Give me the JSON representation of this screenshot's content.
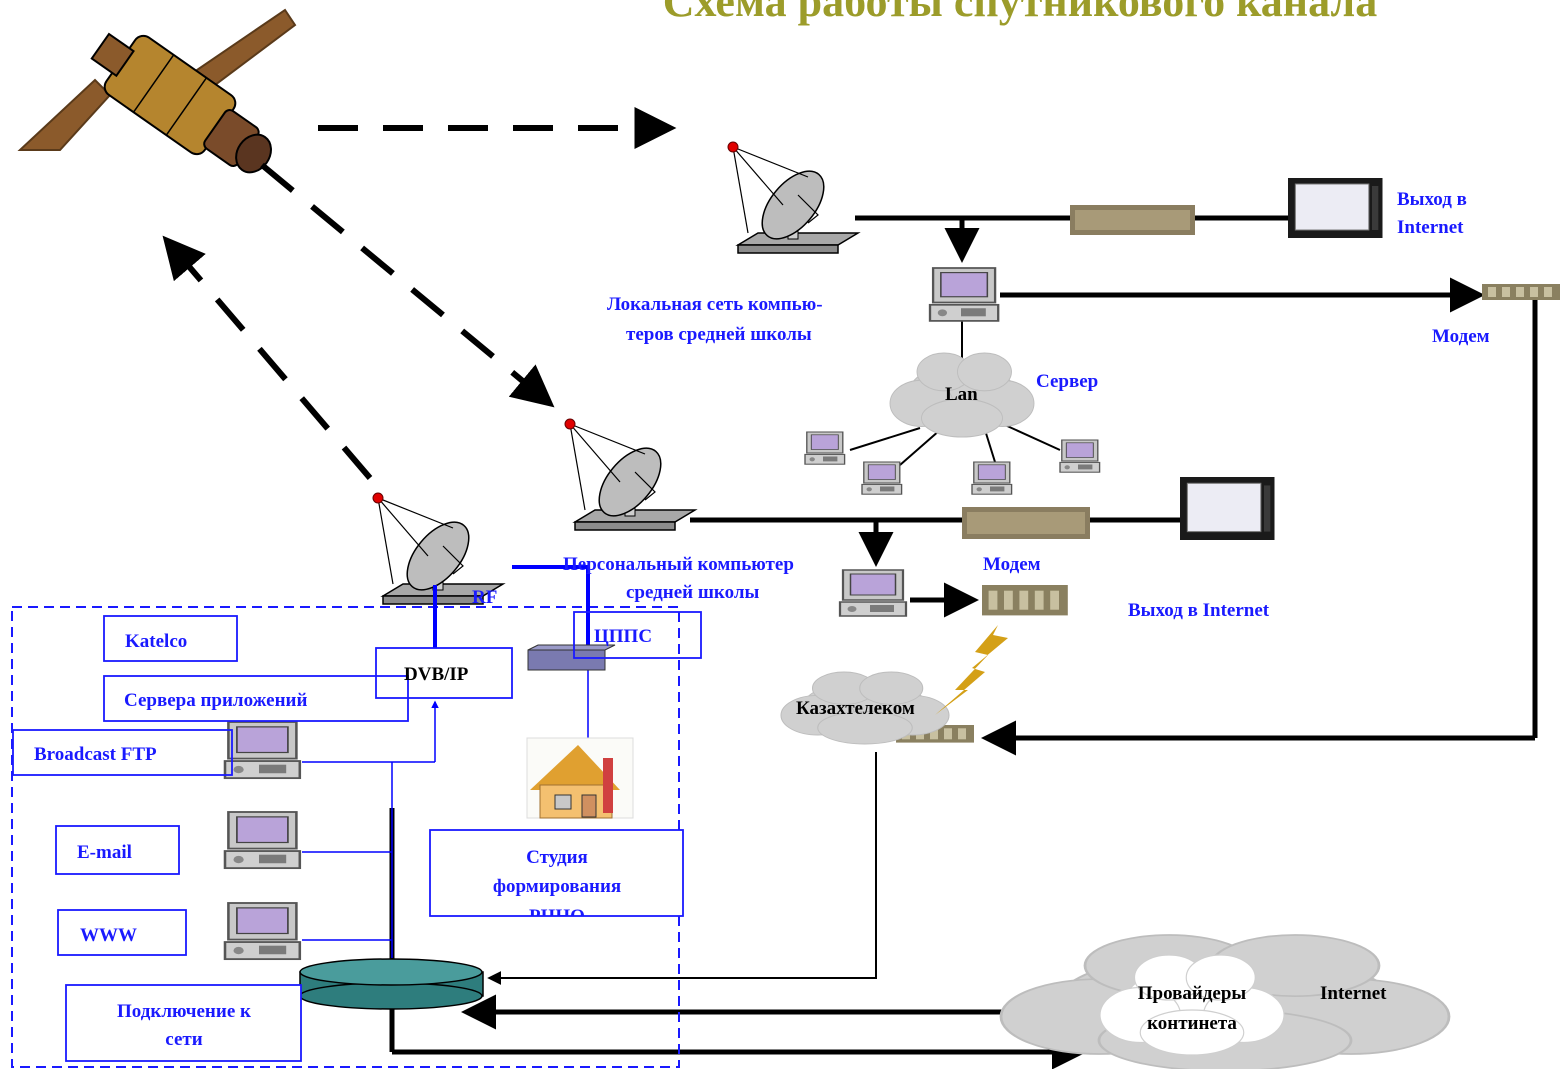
{
  "title": "Схема работы спутникового канала",
  "labels": {
    "exit_internet_top_1": "Выход в",
    "exit_internet_top_2": "Internet",
    "lan_school_1": "Локальная сеть компью-",
    "lan_school_2": "теров средней школы",
    "modem_right": "Модем",
    "lan": "Lan",
    "server": "Сервер",
    "pc_school_1": "Персональный компьютер",
    "pc_school_2": "средней школы",
    "modem_mid": "Модем",
    "exit_internet_mid": "Выход в Internet",
    "rf": "RF",
    "katelco": "Katelco",
    "dvb_ip": "DVB/IP",
    "cpps": "ЦППС",
    "app_servers": "Сервера приложений",
    "broadcast_ftp": "Broadcast FTP",
    "kazakhtelecom": "Казахтелеком",
    "email": "E-mail",
    "studio_1": "Студия",
    "studio_2": "формирования",
    "studio_3": "РЦНО",
    "www": "WWW",
    "connect_1": "Подключение к",
    "connect_2": "сети",
    "providers_1": "Провайдеры",
    "providers_2": "континета",
    "internet": "Internet"
  },
  "colors": {
    "title": "#9c9c2a",
    "label_blue": "#1a1aff",
    "box_border": "#1a1aff",
    "link_blue": "#0000ff",
    "satellite": "#8b5a2b",
    "cloud": "#d0d0d0",
    "hub": "#2e7d7d",
    "lightning": "#d4a017"
  },
  "icons": [
    "satellite-icon",
    "dish-icon",
    "computer-icon",
    "modem-icon",
    "monitor-icon",
    "house-icon",
    "cloud-icon",
    "lightning-icon",
    "hub-icon"
  ]
}
